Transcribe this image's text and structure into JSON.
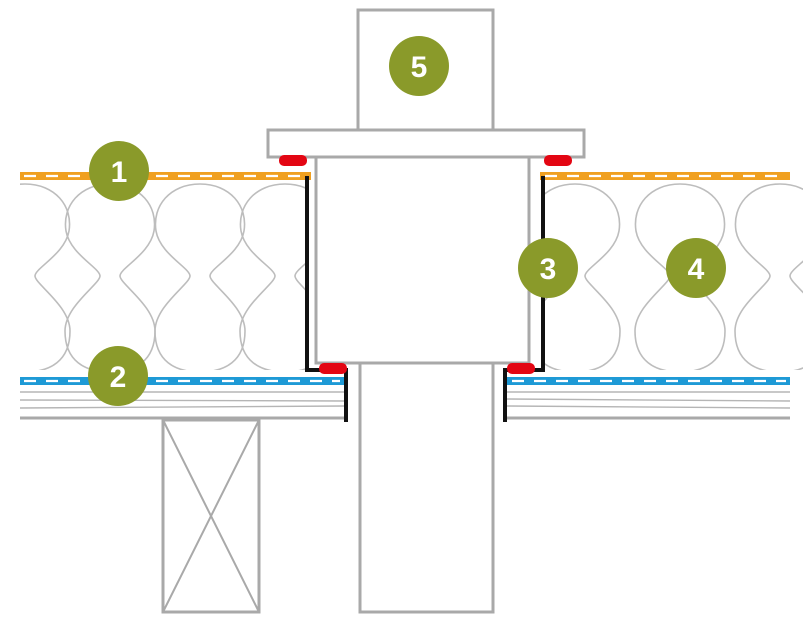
{
  "colors": {
    "vapour_membrane": "#f0a020",
    "air_membrane": "#1e9ad6",
    "seal": "#e30613",
    "callout": "#8a9a2a",
    "outline": "#a9a9a9",
    "insulation": "#bdbdbd",
    "collar": "#111111"
  },
  "callouts": [
    {
      "id": "1",
      "label": "1"
    },
    {
      "id": "2",
      "label": "2"
    },
    {
      "id": "3",
      "label": "3"
    },
    {
      "id": "4",
      "label": "4"
    },
    {
      "id": "5",
      "label": "5"
    }
  ]
}
